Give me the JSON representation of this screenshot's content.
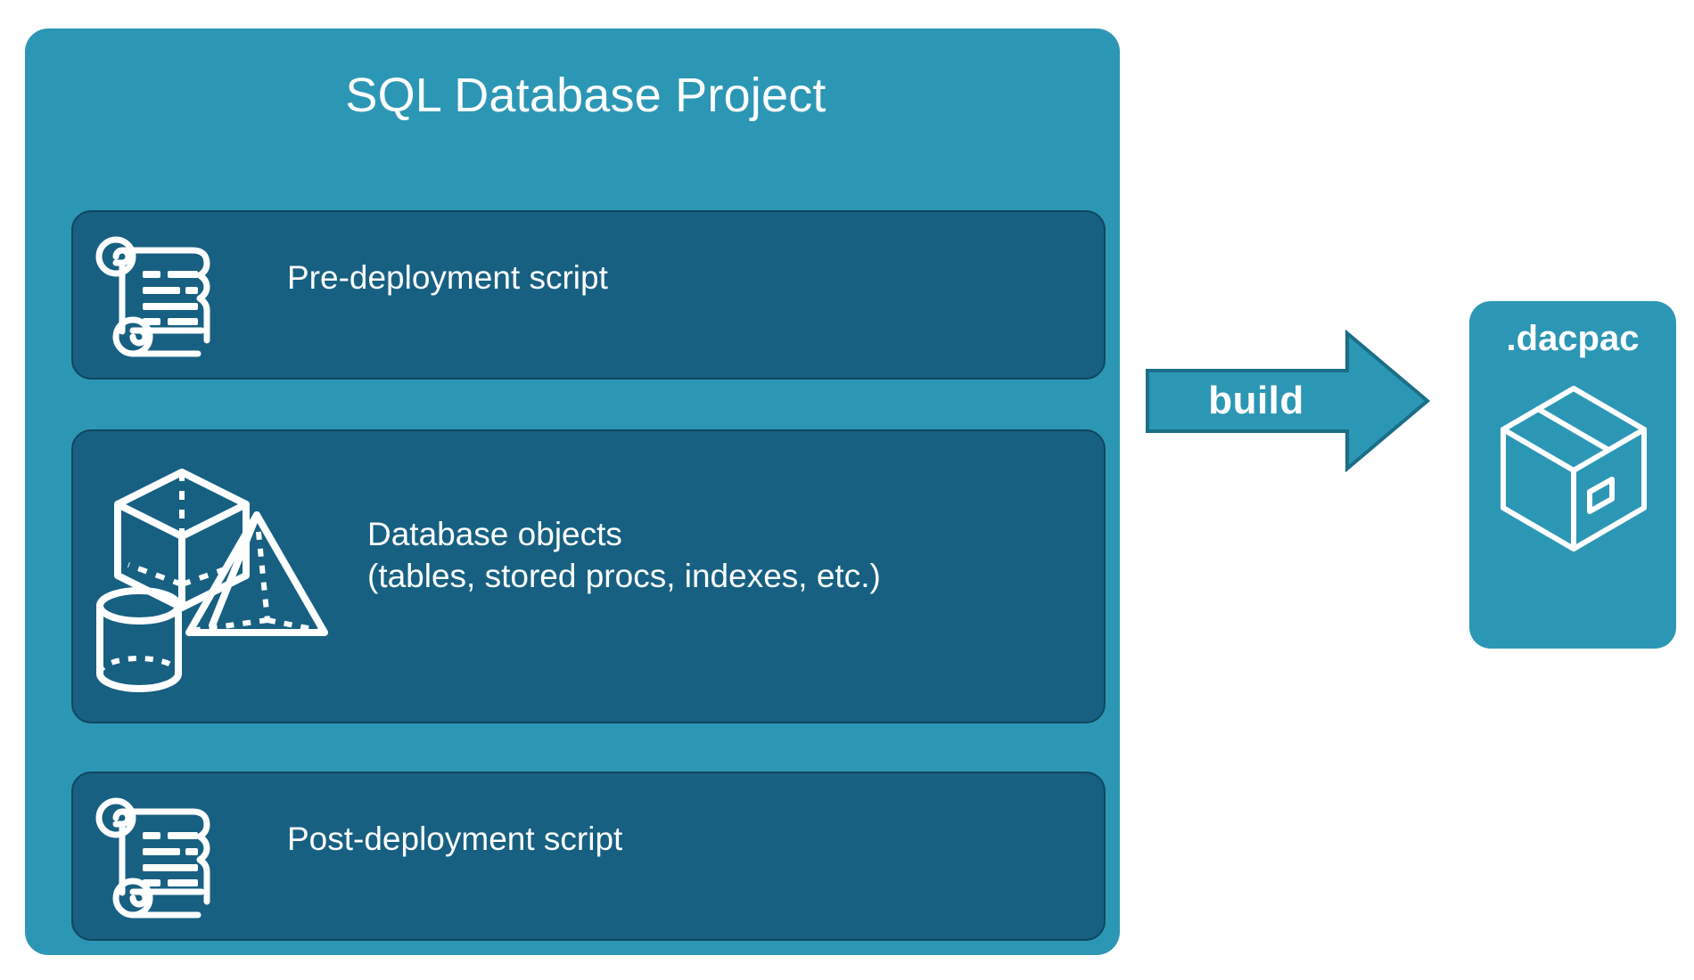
{
  "diagram": {
    "title": "SQL Database Project build to dacpac",
    "colors": {
      "panel_teal": "#2C97B5",
      "card_dark_teal": "#176082",
      "card_border": "#10465F",
      "arrow_fill": "#2C97B5",
      "arrow_border": "#1B6E86",
      "text_white": "#FFFFFF",
      "background": "#FFFFFF"
    }
  },
  "project": {
    "title": "SQL Database Project",
    "cards": [
      {
        "id": "pre-deployment",
        "label": "Pre-deployment script",
        "icon": "scroll-icon"
      },
      {
        "id": "database-objects",
        "label": "Database objects\n(tables, stored procs, indexes, etc.)",
        "line1": "Database objects",
        "line2": "(tables, stored procs, indexes, etc.)",
        "icon": "shapes-icon",
        "icon_parts": [
          "cube-icon",
          "pyramid-icon",
          "cylinder-icon"
        ]
      },
      {
        "id": "post-deployment",
        "label": "Post-deployment script",
        "icon": "scroll-icon"
      }
    ]
  },
  "arrow": {
    "label": "build",
    "icon": "right-arrow-icon",
    "direction": "right"
  },
  "output": {
    "title": ".dacpac",
    "icon": "package-box-icon"
  }
}
